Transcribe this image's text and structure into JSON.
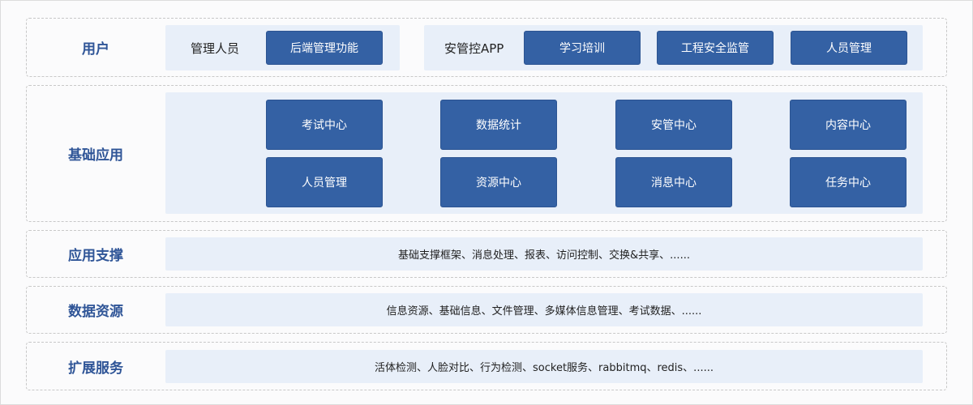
{
  "layers": {
    "user": {
      "label": "用户",
      "admin_label": "管理人员",
      "admin_button": "后端管理功能",
      "app_label": "安管控APP",
      "app_buttons": [
        "学习培训",
        "工程安全监管",
        "人员管理"
      ]
    },
    "base_app": {
      "label": "基础应用",
      "modules": [
        "考试中心",
        "数据统计",
        "安管中心",
        "内容中心",
        "人员管理",
        "资源中心",
        "消息中心",
        "任务中心"
      ]
    },
    "app_support": {
      "label": "应用支撑",
      "content": "基础支撑框架、消息处理、报表、访问控制、交换&共享、......"
    },
    "data_resource": {
      "label": "数据资源",
      "content": "信息资源、基础信息、文件管理、多媒体信息管理、考试数据、......"
    },
    "ext_service": {
      "label": "扩展服务",
      "content": "活体检测、人脸对比、行为检测、socket服务、rabbitmq、redis、......"
    }
  },
  "colors": {
    "label": "#2f5597",
    "button": "#3461a4",
    "panel": "#e8eff9"
  }
}
